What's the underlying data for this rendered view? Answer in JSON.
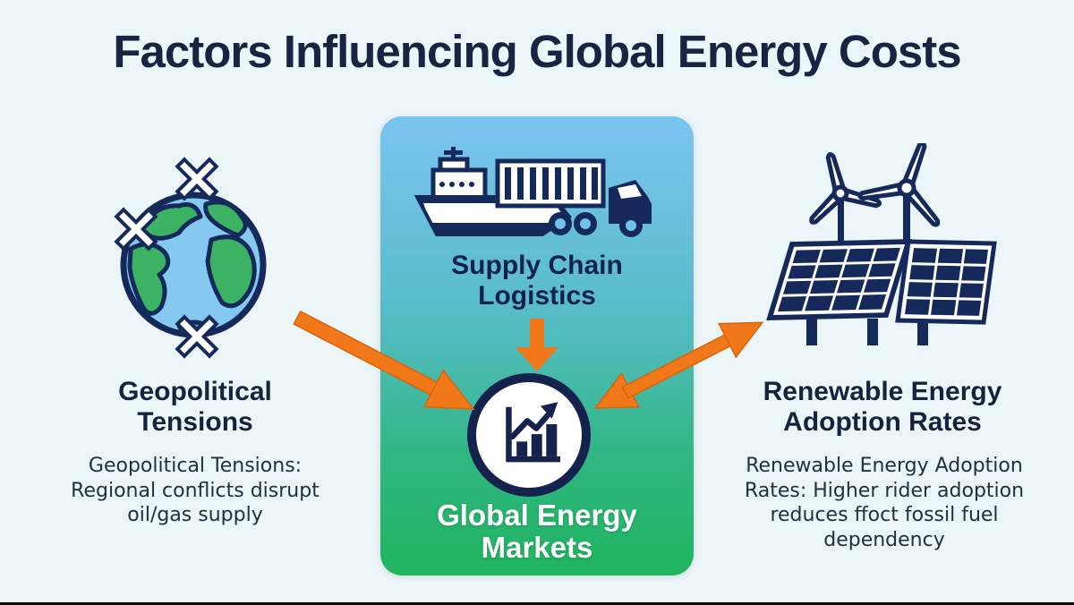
{
  "title": "Factors Influencing Global Energy Costs",
  "center": {
    "top_factor": {
      "label": "Supply Chain Logistics",
      "icon": "cargo-ship-truck-icon"
    },
    "hub": {
      "label": "Global Energy Markets",
      "icon": "market-growth-chart-icon"
    }
  },
  "left_factor": {
    "heading": "Geopolitical Tensions",
    "description": "Geopolitical Tensions: Regional conflicts disrupt oil/gas supply",
    "icon": "globe-conflict-icon"
  },
  "right_factor": {
    "heading": "Renewable Energy Adoption Rates",
    "description": "Renewable Energy Adoption Rates: Higher rider adoption reduces ffoct fossil fuel dependency",
    "icon": "solar-wind-icon"
  },
  "colors": {
    "background": "#ECF5F7",
    "title_text": "#1A2342",
    "heading_text": "#16233F",
    "body_text": "#22303E",
    "panel_gradient_top": "#7BC4F2",
    "panel_gradient_bottom": "#1FB55E",
    "arrow_orange": "#F07818",
    "icon_navy": "#16295B",
    "hub_label_text": "#FFFFFF",
    "globe_ocean": "#85C8F0",
    "globe_land": "#3CB263"
  }
}
